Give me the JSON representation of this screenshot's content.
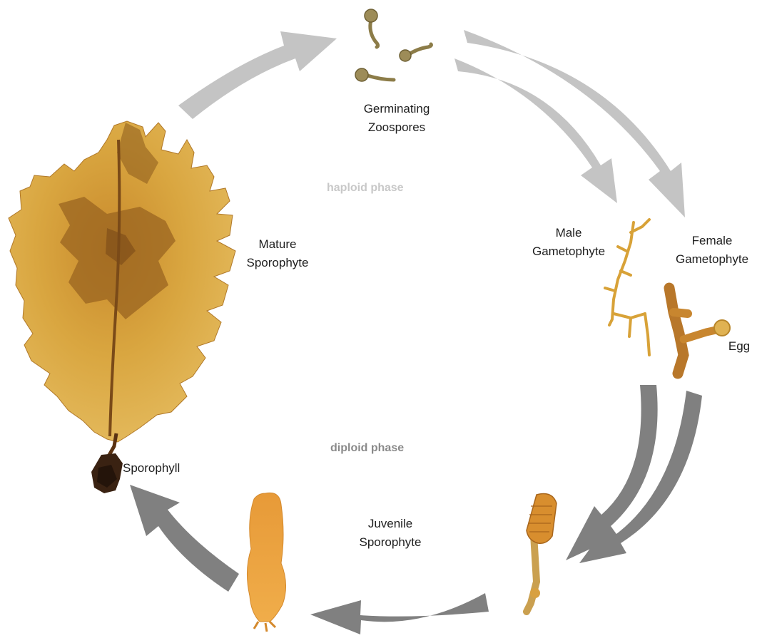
{
  "labels": {
    "zoospores": [
      "Germinating",
      "Zoospores"
    ],
    "male": [
      "Male",
      "Gametophyte"
    ],
    "female": [
      "Female",
      "Gametophyte"
    ],
    "egg": "Egg",
    "mature": [
      "Mature",
      "Sporophyte"
    ],
    "sporophyll": "Sporophyll",
    "juvenile": [
      "Juvenile",
      "Sporophyte"
    ]
  },
  "phases": {
    "haploid": "haploid phase",
    "diploid": "diploid phase"
  },
  "colors": {
    "haploid_arrow": "#c4c4c4",
    "diploid_arrow": "#808080",
    "haploid_text": "#c8c8c8",
    "diploid_text": "#8a8a8a",
    "kelp_light": "#d9a640",
    "kelp_dark": "#8a5a1c",
    "gametophyte": "#d8a238"
  }
}
